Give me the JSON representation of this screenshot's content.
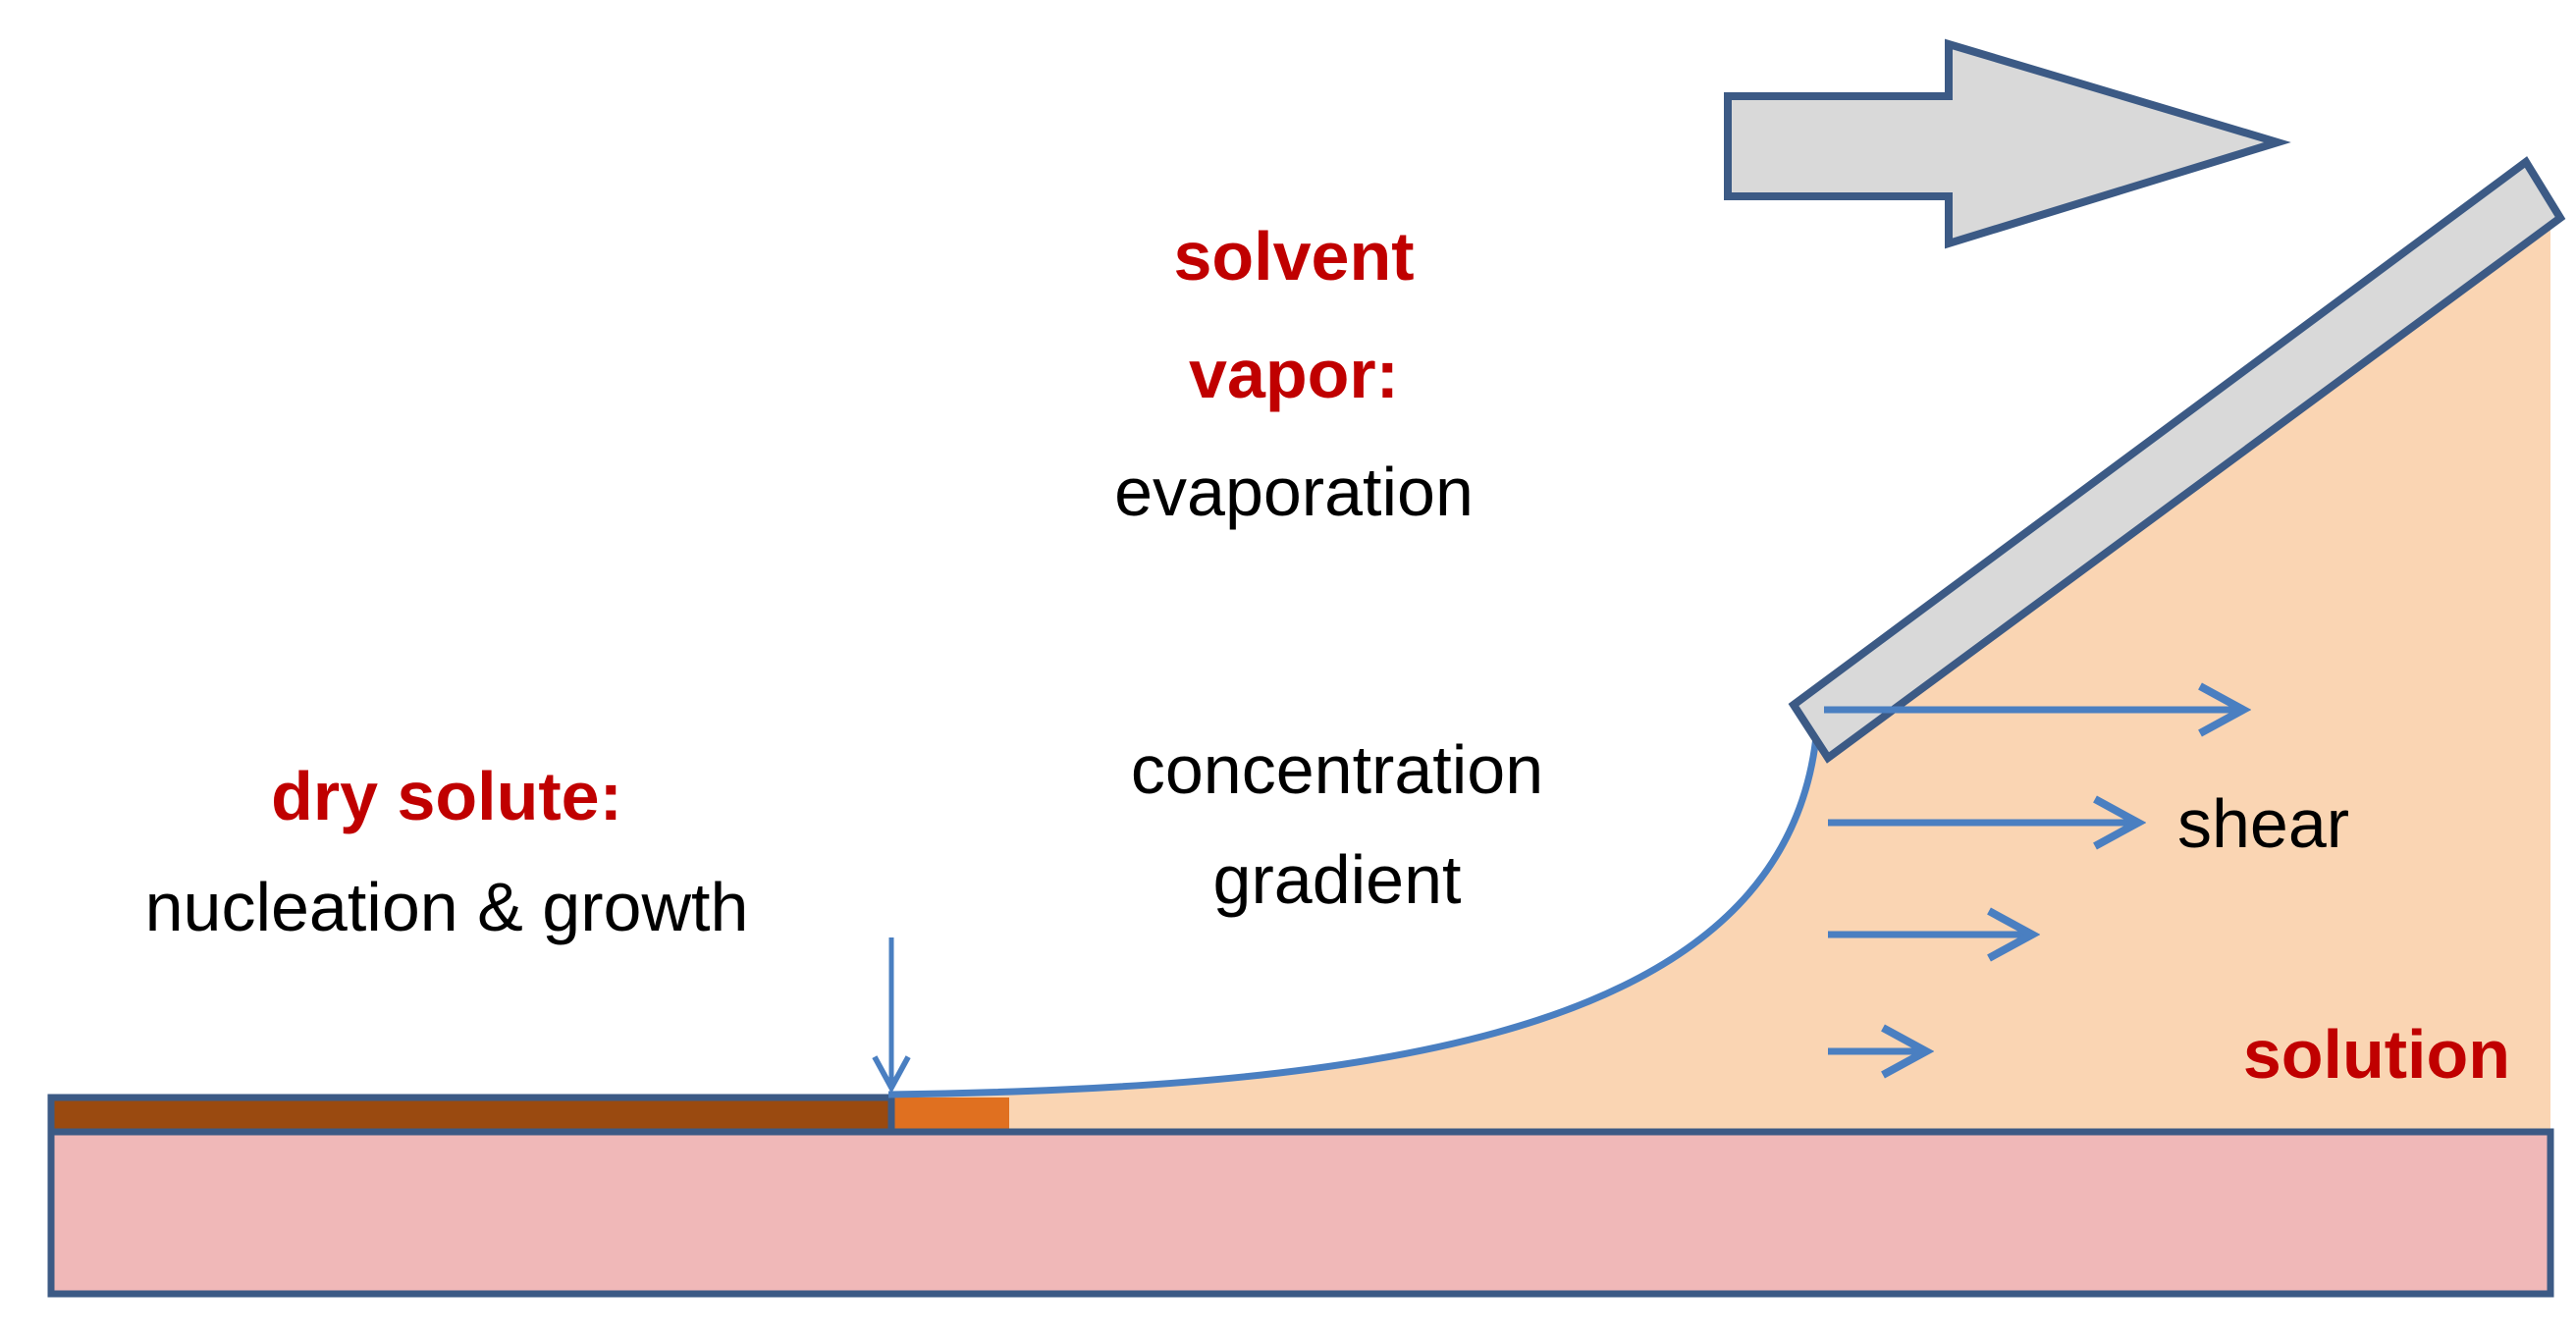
{
  "labels": {
    "solvent_vapor_line1": "solvent",
    "solvent_vapor_line2": "vapor:",
    "evaporation": "evaporation",
    "concentration_line1": "concentration",
    "concentration_line2": "gradient",
    "dry_solute": "dry solute:",
    "nucleation": "nucleation & growth",
    "shear": "shear",
    "solution": "solution"
  },
  "colors": {
    "substrate": "#f0b8b8",
    "outline": "#3c5a85",
    "blade": "#d9d9d9",
    "dry_film": "#9a4a10",
    "film_wet": "#e07020",
    "solution_dark": "#e8843c",
    "solution_light": "#fad5b3",
    "meniscus": "#4a7fc1",
    "arrow_blue": "#4a7fc1",
    "label_red": "#c00000"
  }
}
